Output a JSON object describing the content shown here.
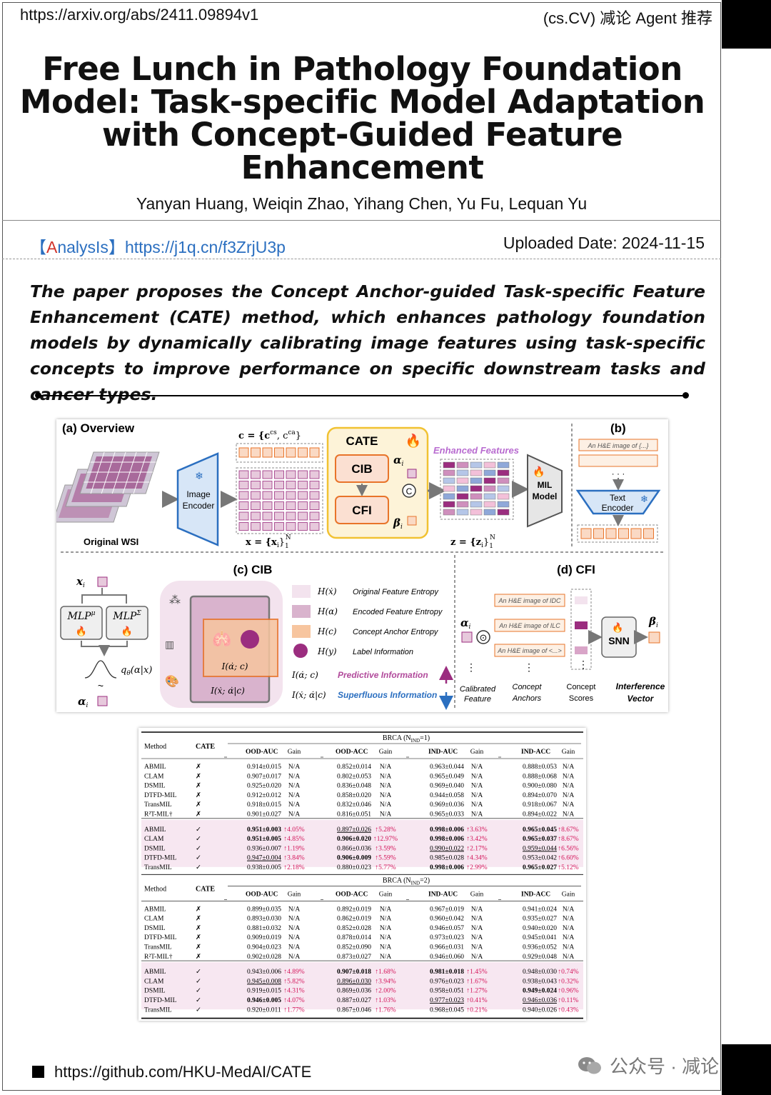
{
  "header": {
    "url": "https://arxiv.org/abs/2411.09894v1",
    "category": "(cs.CV) 减论 Agent 推荐"
  },
  "title": "Free Lunch in Pathology Foundation Model: Task-specific Model Adaptation with Concept-Guided Feature Enhancement",
  "authors": "Yanyan Huang, Weiqin Zhao, Yihang Chen, Yu Fu, Lequan Yu",
  "analysis": {
    "open": "【",
    "a": "A",
    "rest": "nalysIs",
    "close": "】",
    "link": "https://j1q.cn/f3ZrjU3p"
  },
  "uploaded": "Uploaded Date: 2024-11-15",
  "summary": "The paper proposes the Concept Anchor-guided Task-specific Feature Enhancement (CATE) method, which enhances pathology foundation models by dynamically calibrating image features using task-specific concepts to improve performance on specific downstream tasks and cancer types.",
  "figure": {
    "overview": "(a) Overview",
    "b_label": "(b)",
    "cib_title": "(c) CIB",
    "cfi_title": "(d) CFI",
    "original_wsi": "Original WSI",
    "image_encoder": [
      "Image",
      "Encoder"
    ],
    "cate": "CATE",
    "cib": "CIB",
    "cfi": "CFI",
    "enhanced": "Enhanced Features",
    "mil": [
      "MIL",
      "Model"
    ],
    "text_encoder": [
      "Text",
      "Encoder"
    ],
    "prompt": "An H&E image of {...}",
    "c_formula": "c = {c",
    "cs": "cs",
    "ca": "ca",
    "c_close": "}",
    "x_formula": "x = {x",
    "z_formula": "z = {z",
    "idx": "i",
    "sup_n": "N",
    "sub_1": "1",
    "brace": "}",
    "alpha": "α",
    "beta": "β",
    "c_symbol": "C",
    "dots": "· · ·",
    "mlp_mu": "MLP",
    "mu": "μ",
    "mlp_sigma": "MLP",
    "sigma": "Σ",
    "x_i": "x",
    "q_label": "q",
    "theta": "θ",
    "q_args": "(α|x)",
    "tilde": "~",
    "legend": [
      {
        "sym": "H(ẋ)",
        "text": "Original Feature Entropy",
        "color": "#f3e3ee"
      },
      {
        "sym": "H(α)",
        "text": "Encoded Feature Entropy",
        "color": "#d9b3cd"
      },
      {
        "sym": "H(c)",
        "text": "Concept Anchor Entropy",
        "color": "#f7c59f"
      },
      {
        "sym": "H(y)",
        "text": "Label Information",
        "color": "#9b2d7f"
      }
    ],
    "mi_pred_sym": "I(α̇; c)",
    "mi_pred": "Predictive Information",
    "mi_sup_sym": "I(ẋ; α̇|c)",
    "mi_sup": "Superfluous Information",
    "venn_inner": "I(α̇; c)",
    "venn_outer": "I(ẋ; α̇|c)",
    "prompts": [
      "An H&E image of IDC",
      "An H&E image of ILC",
      "An H&E image of <...>"
    ],
    "snn": "SNN",
    "vdots": "⋮",
    "odot": "⊙",
    "cfi_labels": [
      [
        "Calibrated",
        "Feature"
      ],
      [
        "Concept",
        "Anchors"
      ],
      [
        "Concept",
        "Scores"
      ],
      [
        "Interference",
        "Vector"
      ]
    ]
  },
  "table": {
    "col_method": "Method",
    "col_cate": "CATE",
    "metrics": [
      "OOD-AUC",
      "Gain",
      "OOD-ACC",
      "Gain",
      "IND-AUC",
      "Gain",
      "IND-ACC",
      "Gain"
    ],
    "sections": [
      {
        "title": "BRCA (N",
        "sub": "IND",
        "title_tail": "=1)",
        "baseline": [
          [
            "ABMIL",
            "✗",
            "0.914±0.015",
            "N/A",
            "0.852±0.014",
            "N/A",
            "0.963±0.044",
            "N/A",
            "0.888±0.053",
            "N/A"
          ],
          [
            "CLAM",
            "✗",
            "0.907±0.017",
            "N/A",
            "0.802±0.053",
            "N/A",
            "0.965±0.049",
            "N/A",
            "0.888±0.068",
            "N/A"
          ],
          [
            "DSMIL",
            "✗",
            "0.925±0.020",
            "N/A",
            "0.836±0.048",
            "N/A",
            "0.969±0.040",
            "N/A",
            "0.900±0.080",
            "N/A"
          ],
          [
            "DTFD-MIL",
            "✗",
            "0.912±0.012",
            "N/A",
            "0.858±0.020",
            "N/A",
            "0.944±0.058",
            "N/A",
            "0.894±0.070",
            "N/A"
          ],
          [
            "TransMIL",
            "✗",
            "0.918±0.015",
            "N/A",
            "0.832±0.046",
            "N/A",
            "0.969±0.036",
            "N/A",
            "0.918±0.067",
            "N/A"
          ],
          [
            "R²T-MIL†",
            "✗",
            "0.901±0.027",
            "N/A",
            "0.816±0.051",
            "N/A",
            "0.965±0.033",
            "N/A",
            "0.894±0.022",
            "N/A"
          ]
        ],
        "cate": [
          [
            "ABMIL",
            "✓",
            "0.951±0.003",
            "↑4.05%",
            "0.897±0.026",
            "↑5.28%",
            "0.998±0.006",
            "↑3.63%",
            "0.965±0.045",
            "↑8.67%"
          ],
          [
            "CLAM",
            "✓",
            "0.951±0.005",
            "↑4.85%",
            "0.906±0.020",
            "↑12.97%",
            "0.998±0.006",
            "↑3.42%",
            "0.965±0.037",
            "↑8.67%"
          ],
          [
            "DSMIL",
            "✓",
            "0.936±0.007",
            "↑1.19%",
            "0.866±0.036",
            "↑3.59%",
            "0.990±0.022",
            "↑2.17%",
            "0.959±0.044",
            "↑6.56%"
          ],
          [
            "DTFD-MIL",
            "✓",
            "0.947±0.004",
            "↑3.84%",
            "0.906±0.009",
            "↑5.59%",
            "0.985±0.028",
            "↑4.34%",
            "0.953±0.042",
            "↑6.60%"
          ],
          [
            "TransMIL",
            "✓",
            "0.938±0.005",
            "↑2.18%",
            "0.880±0.023",
            "↑5.77%",
            "0.998±0.006",
            "↑2.99%",
            "0.965±0.027",
            "↑5.12%"
          ]
        ]
      },
      {
        "title": "BRCA (N",
        "sub": "IND",
        "title_tail": "=2)",
        "baseline": [
          [
            "ABMIL",
            "✗",
            "0.899±0.035",
            "N/A",
            "0.892±0.019",
            "N/A",
            "0.967±0.019",
            "N/A",
            "0.941±0.024",
            "N/A"
          ],
          [
            "CLAM",
            "✗",
            "0.893±0.030",
            "N/A",
            "0.862±0.019",
            "N/A",
            "0.960±0.042",
            "N/A",
            "0.935±0.027",
            "N/A"
          ],
          [
            "DSMIL",
            "✗",
            "0.881±0.032",
            "N/A",
            "0.852±0.028",
            "N/A",
            "0.946±0.057",
            "N/A",
            "0.940±0.020",
            "N/A"
          ],
          [
            "DTFD-MIL",
            "✗",
            "0.909±0.019",
            "N/A",
            "0.878±0.014",
            "N/A",
            "0.973±0.023",
            "N/A",
            "0.945±0.041",
            "N/A"
          ],
          [
            "TransMIL",
            "✗",
            "0.904±0.023",
            "N/A",
            "0.852±0.090",
            "N/A",
            "0.966±0.031",
            "N/A",
            "0.936±0.052",
            "N/A"
          ],
          [
            "R²T-MIL†",
            "✗",
            "0.902±0.028",
            "N/A",
            "0.873±0.027",
            "N/A",
            "0.946±0.060",
            "N/A",
            "0.929±0.048",
            "N/A"
          ]
        ],
        "cate": [
          [
            "ABMIL",
            "✓",
            "0.943±0.006",
            "↑4.89%",
            "0.907±0.018",
            "↑1.68%",
            "0.981±0.018",
            "↑1.45%",
            "0.948±0.030",
            "↑0.74%"
          ],
          [
            "CLAM",
            "✓",
            "0.945±0.008",
            "↑5.82%",
            "0.896±0.030",
            "↑3.94%",
            "0.976±0.023",
            "↑1.67%",
            "0.938±0.043",
            "↑0.32%"
          ],
          [
            "DSMIL",
            "✓",
            "0.919±0.015",
            "↑4.31%",
            "0.869±0.036",
            "↑2.00%",
            "0.958±0.051",
            "↑1.27%",
            "0.949±0.024",
            "↑0.96%"
          ],
          [
            "DTFD-MIL",
            "✓",
            "0.946±0.005",
            "↑4.07%",
            "0.887±0.027",
            "↑1.03%",
            "0.977±0.023",
            "↑0.41%",
            "0.946±0.036",
            "↑0.11%"
          ],
          [
            "TransMIL",
            "✓",
            "0.920±0.011",
            "↑1.77%",
            "0.867±0.046",
            "↑1.76%",
            "0.968±0.045",
            "↑0.21%",
            "0.940±0.026",
            "↑0.43%"
          ]
        ]
      }
    ]
  },
  "footer": {
    "github": "https://github.com/HKU-MedAI/CATE",
    "wechat": "公众号 · 减论"
  },
  "colors": {
    "accent_blue": "#2b6fc0",
    "accent_red": "#d0342c",
    "gain_pink": "#d4145a",
    "cate_row_bg": "#f7e7f1",
    "cib_bg": "#ead3e4",
    "cate_box": "#f1c232"
  }
}
